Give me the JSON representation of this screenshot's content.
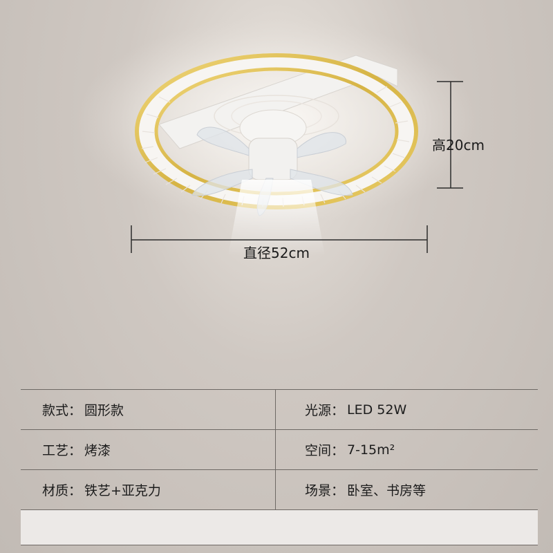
{
  "dimensions": {
    "height_label": "高20cm",
    "diameter_label": "直径52cm"
  },
  "specs": {
    "rows": [
      [
        {
          "key": "款式：",
          "value": "圆形款"
        },
        {
          "key": "光源：",
          "value": "LED 52W"
        }
      ],
      [
        {
          "key": "工艺：",
          "value": "烤漆"
        },
        {
          "key": "空间：",
          "value": "7-15m²"
        }
      ],
      [
        {
          "key": "材质：",
          "value": "铁艺+亚克力"
        },
        {
          "key": "场景：",
          "value": "卧室、书房等"
        }
      ]
    ]
  },
  "colors": {
    "ring_gold": "#d9b84a",
    "ceiling": "#c9c2bc",
    "table_line": "#6d6864"
  }
}
